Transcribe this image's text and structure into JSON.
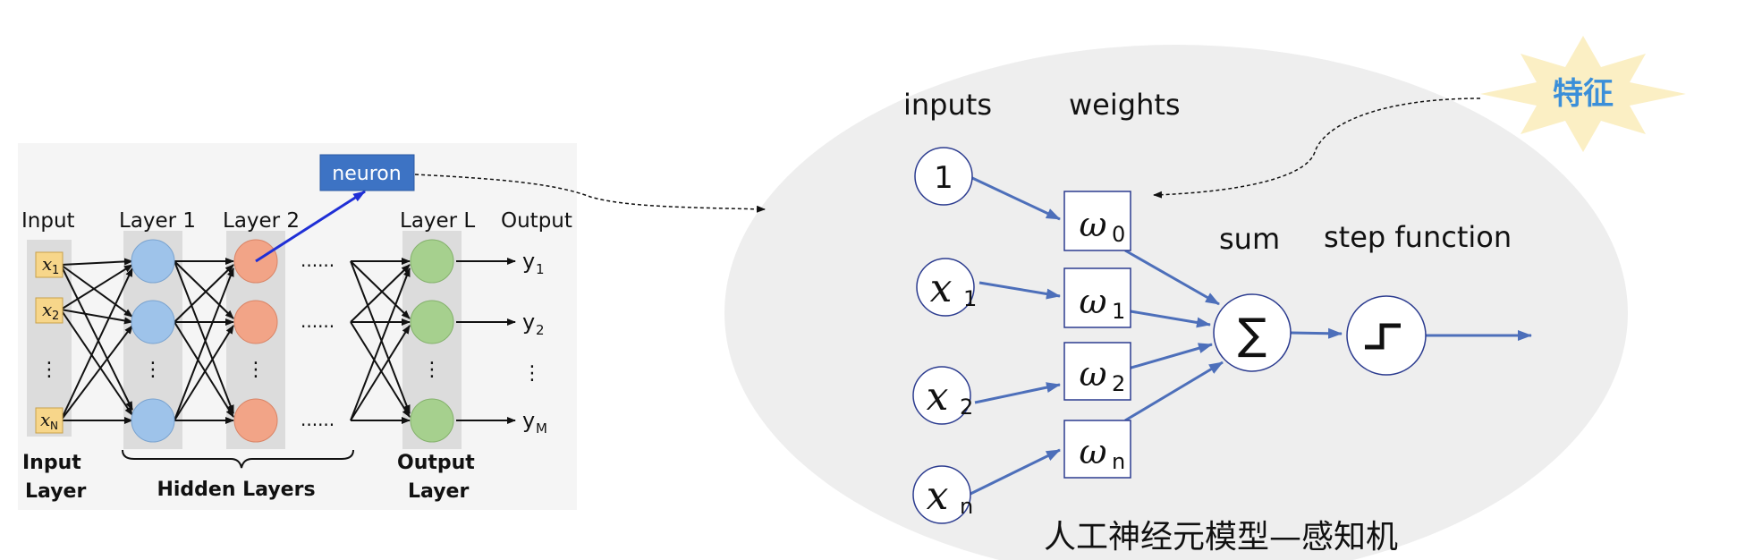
{
  "network": {
    "neuron_label": "neuron",
    "headers": {
      "input": "Input",
      "layer1": "Layer 1",
      "layer2": "Layer 2",
      "layerL": "Layer L",
      "output": "Output"
    },
    "input_nodes": [
      "x1",
      "x2",
      "xN"
    ],
    "outputs": [
      "y1",
      "y2",
      "yM"
    ],
    "ellipsis": "......",
    "footer": {
      "input_layer_1": "Input",
      "input_layer_2": "Layer",
      "hidden_layers": "Hidden Layers",
      "output_layer_1": "Output",
      "output_layer_2": "Layer"
    },
    "colors": {
      "panel": "#f5f5f5",
      "column": "#dcdcdc",
      "input_box": "#f7d68a",
      "layer1": "#9ec3ea",
      "layer2": "#f2a487",
      "layerL": "#a6d08e",
      "neuron_box": "#3d73c4",
      "neuron_arrow": "#1f2fd6"
    }
  },
  "perceptron": {
    "inputs_label": "inputs",
    "weights_label": "weights",
    "sum_label": "sum",
    "step_label": "step function",
    "input_nodes": [
      {
        "base": "1",
        "sub": ""
      },
      {
        "base": "x",
        "sub": "1"
      },
      {
        "base": "x",
        "sub": "2"
      },
      {
        "base": "x",
        "sub": "n"
      }
    ],
    "weights": [
      {
        "base": "ω",
        "sub": "0"
      },
      {
        "base": "ω",
        "sub": "1"
      },
      {
        "base": "ω",
        "sub": "2"
      },
      {
        "base": "ω",
        "sub": "n"
      }
    ],
    "sum_symbol": "∑",
    "feature_label": "特征",
    "caption": "人工神经元模型—感知机",
    "colors": {
      "ellipse": "#eeeeee",
      "arrow": "#4d6fba",
      "stroke": "#2b3b8f",
      "burst": "#fbefc4",
      "feature_text": "#3b8fd9"
    }
  }
}
